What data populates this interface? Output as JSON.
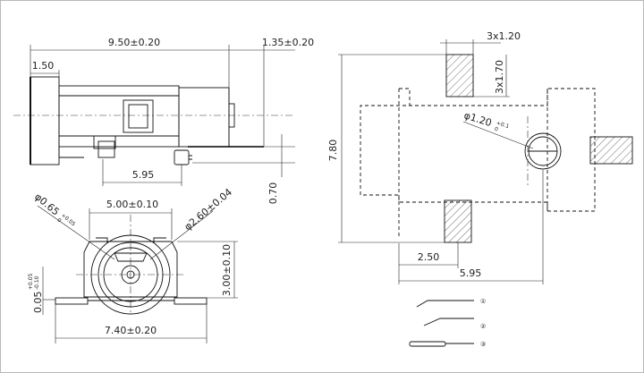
{
  "dimensions": {
    "overall_length": "9.50±0.20",
    "tail_length": "1.35±0.20",
    "front_length": "1.50",
    "pin_offset": "5.95",
    "bottom_height": "0.70",
    "center_width": "5.00±0.10",
    "hole_dia_prefix": "φ0.65",
    "hole_dia_tol_upper": "+0.05",
    "hole_dia_tol_lower": "0",
    "inner_dia": "φ2.60±0.04",
    "center_offset": "0.05",
    "center_offset_tol_upper": "+0.05",
    "center_offset_tol_lower": "-0.10",
    "center_height": "3.00±0.10",
    "foot_width": "7.40±0.20",
    "pad_size_w": "3x1.20",
    "pad_size_h": "3x1.70",
    "hole_dia_pcb": "φ1.20",
    "hole_dia_pcb_tol_upper": "+0.1",
    "hole_dia_pcb_tol_lower": "0",
    "total_height": "7.80",
    "pad_offset": "2.50",
    "pad_span": "5.95"
  },
  "pins": [
    "①",
    "②",
    "③"
  ]
}
